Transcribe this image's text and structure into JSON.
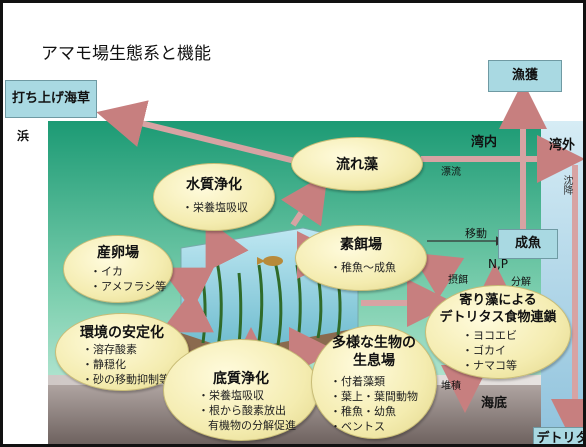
{
  "title": "アマモ場生態系と機能",
  "boxes": {
    "beach_wrack": "打ち上げ海草",
    "catch": "漁獲",
    "adult_fish": "成魚",
    "detritus": "デトリタス"
  },
  "zones": {
    "beach": "浜",
    "inner_bay": "湾内",
    "outer_bay": "湾外",
    "sea_floor": "海底"
  },
  "arrow_labels": {
    "drift": "漂流",
    "migrate": "移動",
    "np": "N,P",
    "feeding": "摂餌",
    "decompose": "分解",
    "sediment": "堆積",
    "sinking": "沈降"
  },
  "nodes": {
    "drift_leaves": {
      "title": "流れ藻"
    },
    "water_purify": {
      "title": "水質浄化",
      "items": [
        "・栄養塩吸収"
      ]
    },
    "spawning": {
      "title": "産卵場",
      "items": [
        "・イカ",
        "・アメフラシ等"
      ]
    },
    "nursery": {
      "title": "素餌場",
      "items": [
        "・稚魚～成魚"
      ]
    },
    "stability": {
      "title": "環境の安定化",
      "items": [
        "・溶存酸素",
        "・静穏化",
        "・砂の移動抑制等"
      ]
    },
    "sediment_purify": {
      "title": "底質浄化",
      "items": [
        "・栄養塩吸収",
        "・根から酸素放出",
        "有機物の分解促進"
      ]
    },
    "habitat": {
      "title": "多様な生物の\n生息場",
      "items": [
        "・付着藻類",
        "・葉上・葉間動物",
        "・稚魚・幼魚",
        "・ベントス"
      ]
    },
    "detritus_web": {
      "title": "寄り藻による\nデトリタス食物連鎖",
      "items": [
        "・ヨコエビ",
        "・ゴカイ",
        "・ナマコ等"
      ]
    }
  },
  "colors": {
    "water_top": "#1f9e78",
    "water_bottom": "#c9efe2",
    "outer_water": "#c4e1ef",
    "seabed": "#9a8d8a",
    "ellipse": "#f4ecb0",
    "box": "#a9d9e2",
    "arrow": "#d9a3a3"
  }
}
